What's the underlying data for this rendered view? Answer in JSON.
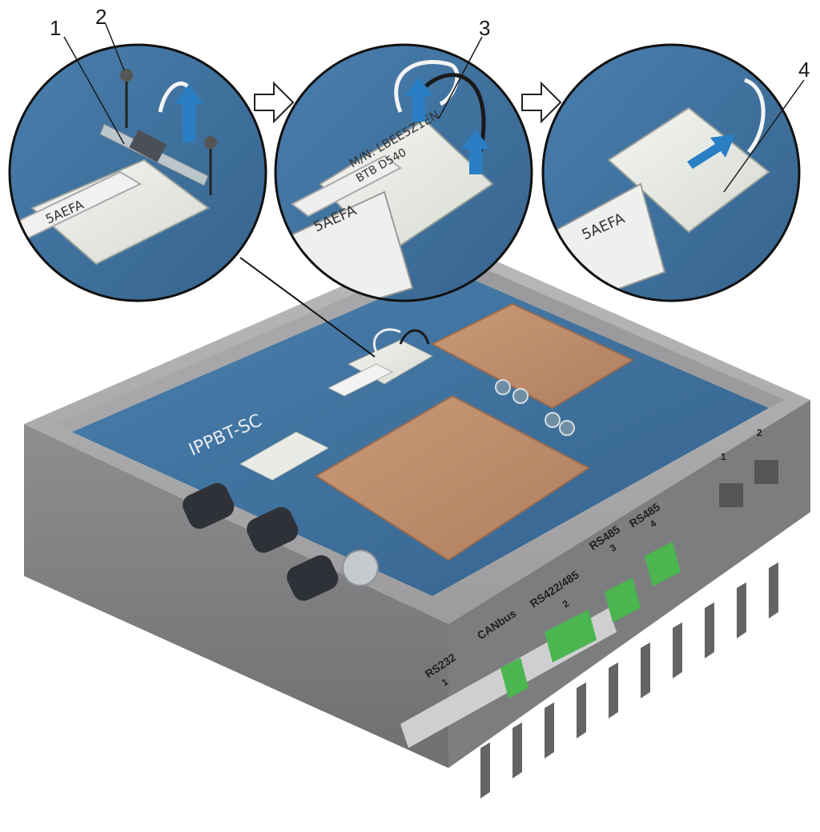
{
  "callouts": [
    "1",
    "2",
    "3",
    "4"
  ],
  "board": {
    "ippbt_label": "IPPBT-SC",
    "slot_label": "5AEFA",
    "card_model": "M/N: LBEE5Z1EN",
    "card_id": "BTB D540",
    "ports": {
      "rs232": "RS232",
      "rs232_num": "1",
      "canbus": "CANbus",
      "rs422": "RS422/485",
      "rs422_num": "2",
      "rs485a": "RS485",
      "rs485a_num": "3",
      "rs485b": "RS485",
      "rs485b_num": "4",
      "lan1": "1",
      "lan2": "2"
    }
  },
  "colors": {
    "pcb": "#3d6f9a",
    "chassis": "#8a8a8c",
    "heatsink": "#c08e6a",
    "arrow": "#2a7fc4",
    "connector": "#4bb54f"
  },
  "icons": [
    "step-arrow-icon",
    "lift-arrow-icon",
    "screw-icon",
    "antenna-cable-icon"
  ]
}
